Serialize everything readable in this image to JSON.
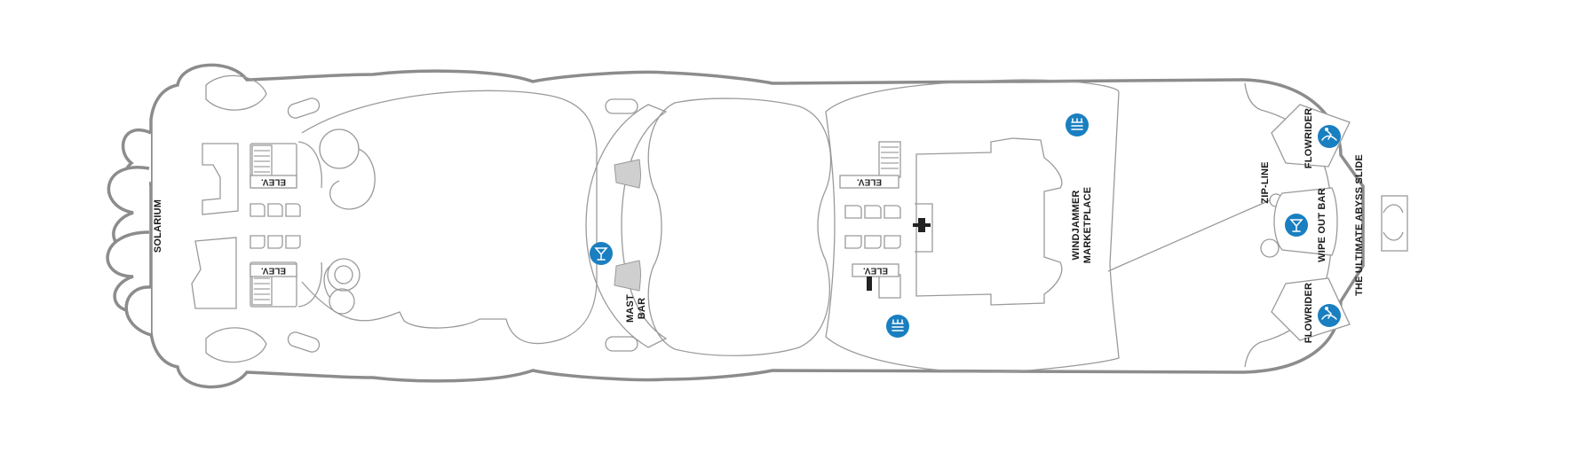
{
  "labels": {
    "solarium": "SOLARIUM",
    "mast_bar_1": "MAST",
    "mast_bar_2": "BAR",
    "windjammer_1": "WINDJAMMER",
    "windjammer_2": "MARKETPLACE",
    "zip_line": "ZIP-LINE",
    "flowrider_top": "FLOWRIDER",
    "flowrider_bottom": "FLOWRIDER",
    "wipe_out_bar": "WIPE OUT BAR",
    "abyss_slide": "THE ULTIMATE ABYSS SLIDE",
    "elevator": "ELEV."
  },
  "colors": {
    "hull_stroke": "#8c8c8c",
    "line": "#9a9a9a",
    "icon_blue": "#1a7fc0",
    "shade": "#cfcfcf"
  },
  "icons": [
    "bar-icon",
    "dining-icon",
    "dining-icon",
    "bar-icon",
    "surf-icon",
    "surf-icon",
    "elevator-icon"
  ]
}
